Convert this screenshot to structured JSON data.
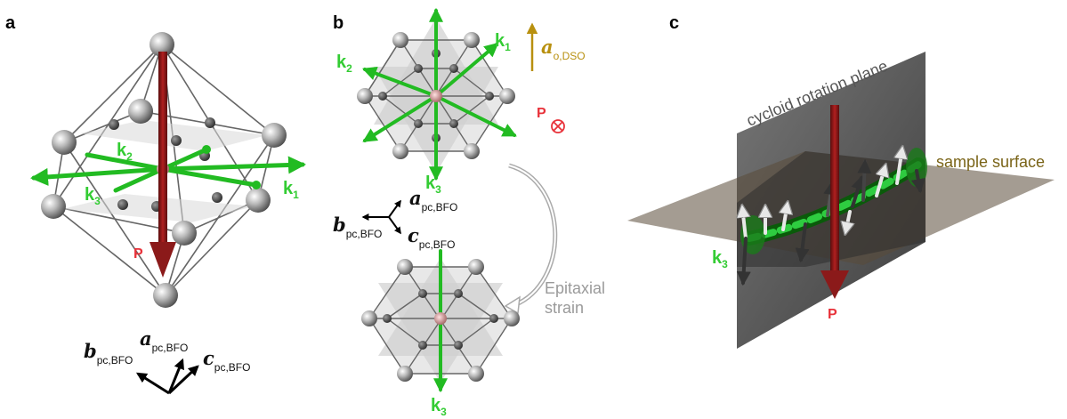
{
  "panels": {
    "a": {
      "letter": "a",
      "k1": "k",
      "k1_sub": "1",
      "k2": "k",
      "k2_sub": "2",
      "k3": "k",
      "k3_sub": "3",
      "p": "P",
      "axes": {
        "a_name": "a",
        "a_sub": "pc,BFO",
        "b_name": "b",
        "b_sub": "pc,BFO",
        "c_name": "c",
        "c_sub": "pc,BFO"
      }
    },
    "b": {
      "letter": "b",
      "k1": "k",
      "k1_sub": "1",
      "k2": "k",
      "k2_sub": "2",
      "k3_top": "k",
      "k3_top_sub": "3",
      "k3_bottom": "k",
      "k3_bottom_sub": "3",
      "ao_name": "a",
      "ao_sub": "o,DSO",
      "p": "P",
      "p_symbol": "⊗",
      "axes": {
        "a_name": "a",
        "a_sub": "pc,BFO",
        "b_name": "b",
        "b_sub": "pc,BFO",
        "c_name": "c",
        "c_sub": "pc,BFO"
      },
      "strain_line1": "Epitaxial",
      "strain_line2": "strain"
    },
    "c": {
      "letter": "c",
      "plane_label": "cycloid rotation plane",
      "surface_label": "sample surface",
      "k3": "k",
      "k3_sub": "3",
      "p": "P"
    }
  },
  "colors": {
    "k_green": "#33cc33",
    "p_red": "#8b1a1a",
    "p_label": "#e8323a",
    "gold_axis": "#b8900f",
    "plane_grey": "#3c3c3c",
    "surface_brown": "#5a4b38"
  }
}
